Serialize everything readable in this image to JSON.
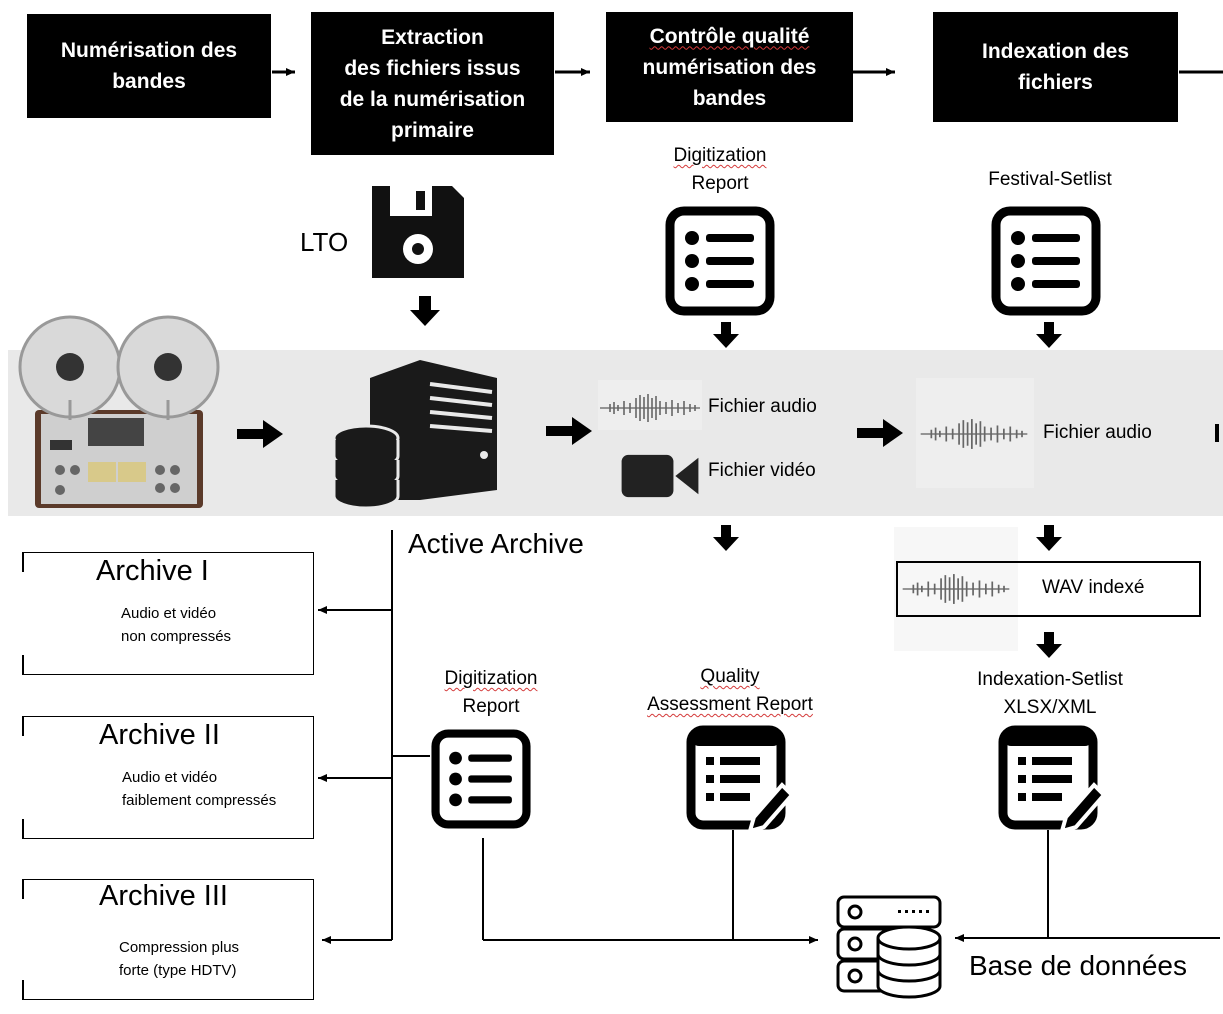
{
  "stages": [
    {
      "label": "Numérisation des bandes"
    },
    {
      "label": "Extraction des fichiers issus de la numérisation primaire"
    },
    {
      "label": "Contrôle qualité numérisation des bandes"
    },
    {
      "label": "Indexation des fichiers"
    }
  ],
  "stage2_lines": [
    "Extraction",
    "des fichiers issus",
    "de la numérisation",
    "primaire"
  ],
  "stage3_lines": [
    "Contrôle qualité",
    "numérisation des",
    "bandes"
  ],
  "stage1_lines": [
    "Numérisation des",
    "bandes"
  ],
  "stage4_lines": [
    "Indexation des",
    "fichiers"
  ],
  "labels": {
    "lto": "LTO",
    "digitization_report_top_1": "Digitization",
    "digitization_report_top_2": "Report",
    "festival_setlist": "Festival-Setlist",
    "audio_file_1": "Fichier audio",
    "video_file": "Fichier vidéo",
    "audio_file_2": "Fichier audio",
    "active_archive": "Active Archive",
    "wav_indexed": "WAV indexé",
    "digitization_report_bottom_1": "Digitization",
    "digitization_report_bottom_2": "Report",
    "quality_1": "Quality",
    "quality_2": "Assessment  Report",
    "indexation_setlist_1": "Indexation-Setlist",
    "indexation_setlist_2": "XLSX/XML",
    "database": "Base de données"
  },
  "archives": [
    {
      "title": "Archive I",
      "desc": [
        "Audio et vidéo",
        "non compressés"
      ]
    },
    {
      "title": "Archive II",
      "desc": [
        "Audio et vidéo",
        "faiblement compressés"
      ]
    },
    {
      "title": "Archive III",
      "desc": [
        "Compression plus",
        "forte (type HDTV)"
      ]
    }
  ],
  "colors": {
    "stage_bg": "#000000",
    "band_bg": "#e9e9e9",
    "spell_underline": "#d43a3a"
  }
}
